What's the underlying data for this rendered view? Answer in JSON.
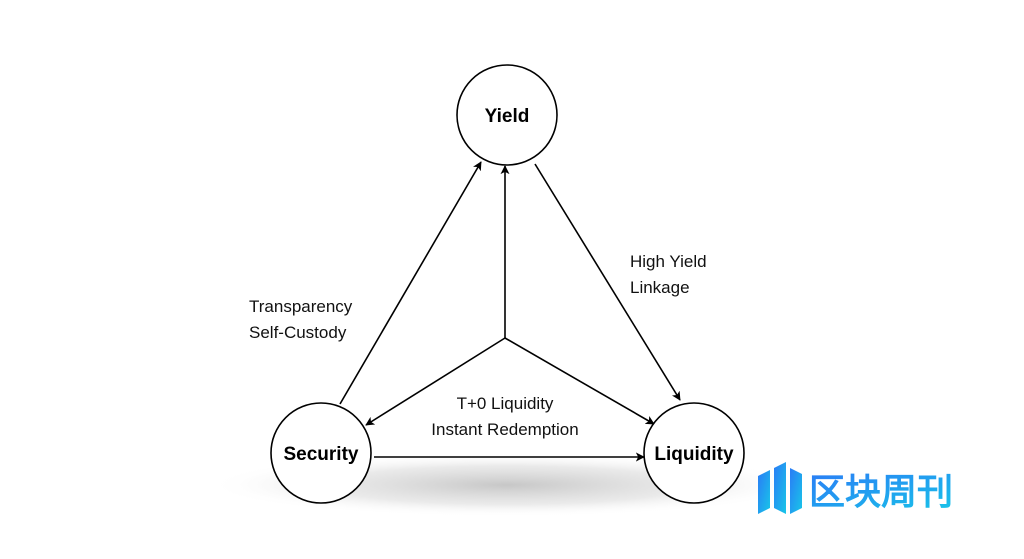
{
  "nodes": {
    "yield": "Yield",
    "security": "Security",
    "liquidity": "Liquidity"
  },
  "edge_labels": {
    "security_yield": [
      "Transparency",
      "Self-Custody"
    ],
    "yield_liquidity": [
      "High Yield",
      "Linkage"
    ],
    "center": [
      "T+0 Liquidity",
      "Instant Redemption"
    ]
  },
  "logo": {
    "text": "区块周刊",
    "icon": "bars-logo-icon",
    "color_start": "#2a7cf6",
    "color_end": "#18c6e8"
  },
  "colors": {
    "stroke": "#000000",
    "shadow": "#cfcfcf"
  }
}
